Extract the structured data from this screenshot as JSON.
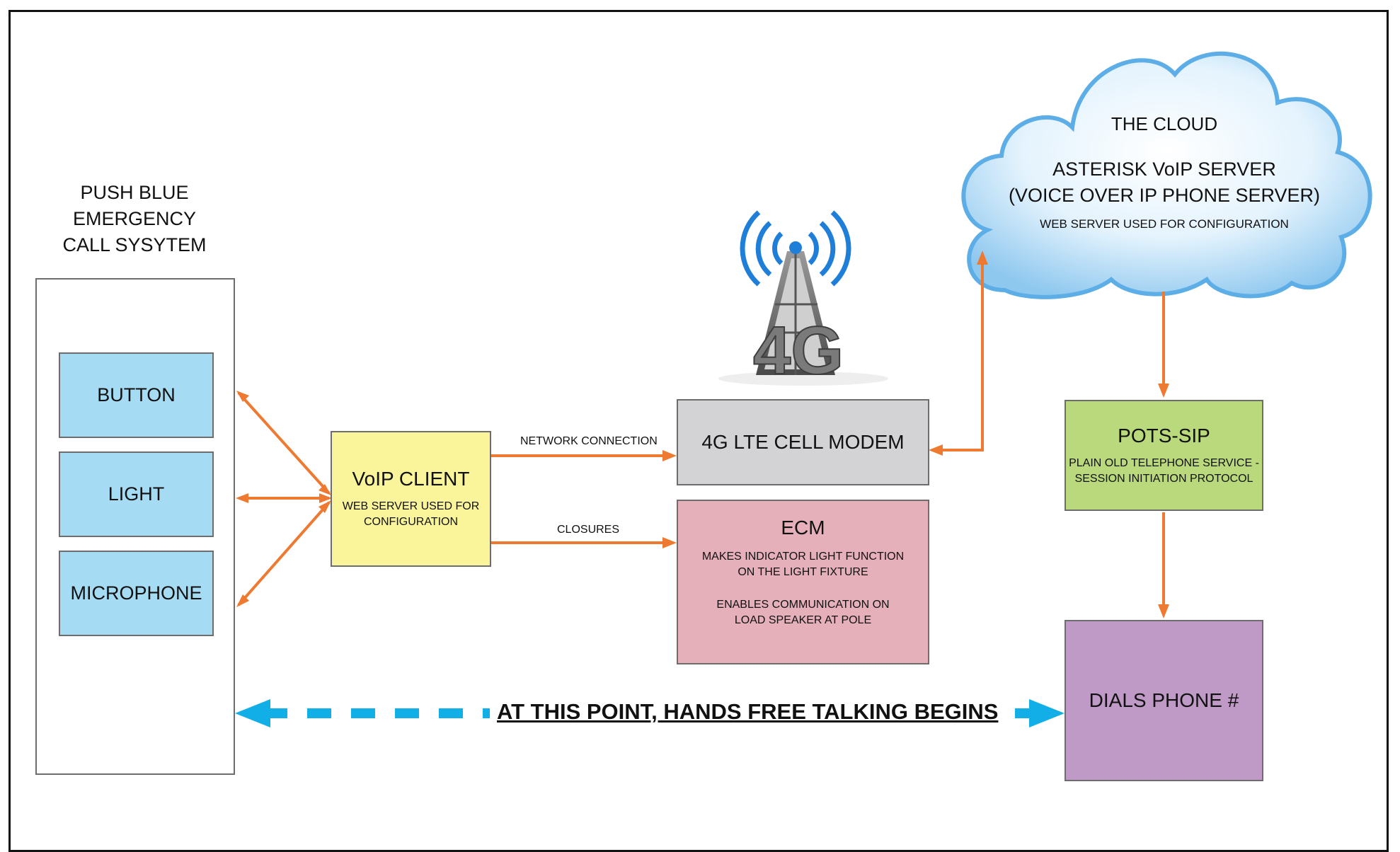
{
  "system": {
    "title_lines": [
      "PUSH BLUE",
      "EMERGENCY",
      "CALL SYSYTEM"
    ],
    "components": [
      "BUTTON",
      "LIGHT",
      "MICROPHONE"
    ]
  },
  "voip_client": {
    "title": "VoIP CLIENT",
    "subtitle_lines": [
      "WEB SERVER USED FOR",
      "CONFIGURATION"
    ],
    "color": "#faf59b"
  },
  "connections": {
    "network": "NETWORK CONNECTION",
    "closures": "CLOSURES",
    "arrow_color": "#ee7a32",
    "talk_arrow_color": "#12aee8"
  },
  "modem": {
    "title": "4G LTE CELL MODEM",
    "color": "#d3d2d4",
    "icon": "4g-tower-icon",
    "icon_text": "4G"
  },
  "ecm": {
    "title": "ECM",
    "line1": [
      "MAKES INDICATOR LIGHT FUNCTION",
      "ON THE LIGHT FIXTURE"
    ],
    "line2": [
      "ENABLES COMMUNICATION ON",
      "LOAD SPEAKER AT POLE"
    ],
    "color": "#e6b0bb"
  },
  "cloud": {
    "title": "THE CLOUD",
    "server_lines": [
      "ASTERISK VoIP SERVER",
      "(VOICE OVER IP PHONE SERVER)"
    ],
    "subtitle": "WEB SERVER USED FOR CONFIGURATION"
  },
  "pots": {
    "title": "POTS-SIP",
    "subtitle_lines": [
      "PLAIN OLD TELEPHONE SERVICE -",
      "SESSION INITIATION PROTOCOL"
    ],
    "color": "#b9d97c"
  },
  "dials": {
    "title": "DIALS PHONE #",
    "color": "#c09ac6"
  },
  "talk": {
    "text": "AT THIS POINT, HANDS FREE TALKING BEGINS"
  }
}
